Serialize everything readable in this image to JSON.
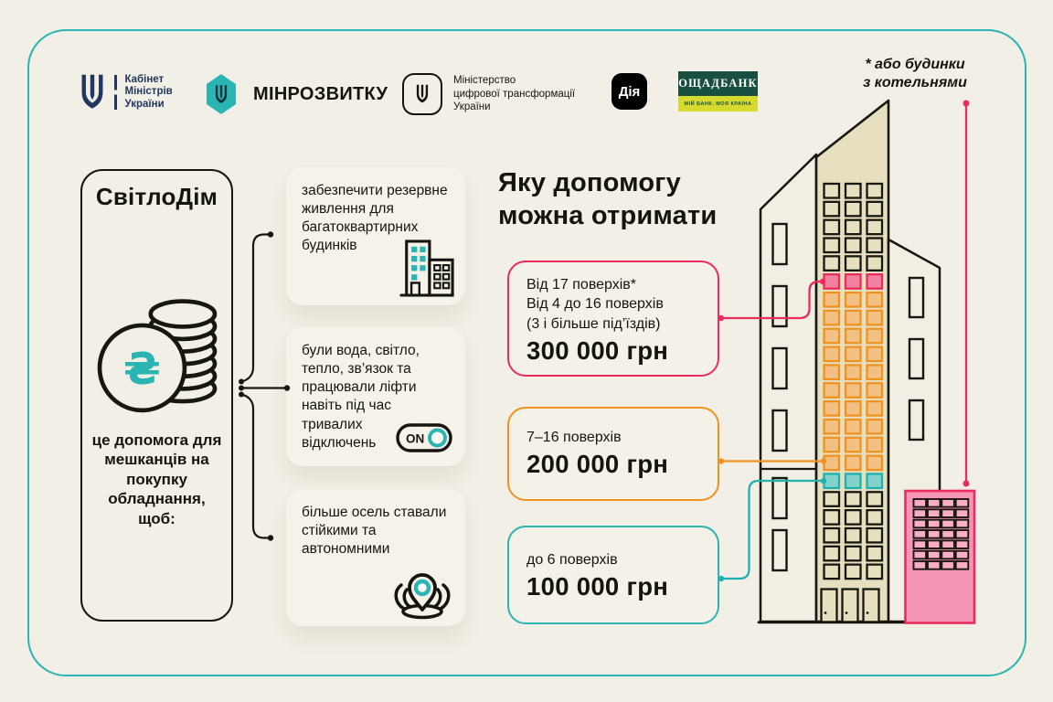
{
  "note_lines": [
    "* або будинки",
    "з котельнями"
  ],
  "logos": {
    "cabinet": {
      "line1": "Кабінет",
      "line2": "Міністрів",
      "line3": "України"
    },
    "minrozvytku": {
      "label": "МІНРОЗВИТКУ"
    },
    "mintsyfra": {
      "line1": "Міністерство",
      "line2": "цифрової трансформації",
      "line3": "України"
    },
    "diia": {
      "label": "Дія"
    },
    "oschadbank": {
      "title": "ОЩАДБАНК",
      "subtitle": "МІЙ БАНК. МОЯ КРАЇНА"
    }
  },
  "program": {
    "title": "СвітлоДім",
    "description": "це допомога для мешканців на покупку обладнання, щоб:",
    "currency_symbol": "₴"
  },
  "benefits": [
    {
      "text": "забезпечити резервне живлення для багатоквартирних будинків",
      "icon": "buildings-icon"
    },
    {
      "text": "були вода, світло, тепло, зв’язок та працювали ліфти навіть під час тривалих відключень",
      "icon": "toggle-on-icon",
      "toggle_label": "ON"
    },
    {
      "text": "більше осель ставали стійкими та автономними",
      "icon": "autonomy-pin-icon"
    }
  ],
  "main_title": {
    "line1": "Яку допомогу",
    "line2": "можна отримати"
  },
  "tiers": [
    {
      "id": "tier-300",
      "color": "#ea2b5d",
      "labels": [
        "Від 17 поверхів*",
        "Від 4 до 16 поверхів",
        "(3 і більше під’їздів)"
      ],
      "amount": "300 000 грн"
    },
    {
      "id": "tier-200",
      "color": "#f0921f",
      "labels": [
        "7–16 поверхів"
      ],
      "amount": "200 000 грн"
    },
    {
      "id": "tier-100",
      "color": "#2ab5b2",
      "labels": [
        "до 6 поверхів"
      ],
      "amount": "100 000 грн"
    }
  ],
  "illustration": {
    "tower": {
      "columns": 3,
      "row_groups": [
        {
          "count": 5,
          "type": "default"
        },
        {
          "count": 1,
          "type": "tier-300"
        },
        {
          "count": 10,
          "type": "tier-200"
        },
        {
          "count": 1,
          "type": "tier-100"
        },
        {
          "count": 5,
          "type": "default"
        }
      ],
      "doors": 3
    },
    "left_building_windows": 6,
    "right_building_windows": 3,
    "boiler_house": {
      "columns": 4,
      "rows": 7
    }
  },
  "colors": {
    "background": "#f2efe6",
    "ink": "#15140f",
    "teal": "#2ab5b2",
    "pink": "#ea2b5d",
    "orange": "#f0921f",
    "tower_fill": "#e6e0c1",
    "boiler_fill": "#f795b6",
    "window_colors": {
      "default": {
        "stroke": "#17160f",
        "fill": "#e6e0c1"
      },
      "tier-300": {
        "stroke": "#ea2b5d",
        "fill": "#f0839f"
      },
      "tier-200": {
        "stroke": "#f0921f",
        "fill": "#f2c083"
      },
      "tier-100": {
        "stroke": "#1fb1ae",
        "fill": "#83d3cc"
      }
    }
  }
}
